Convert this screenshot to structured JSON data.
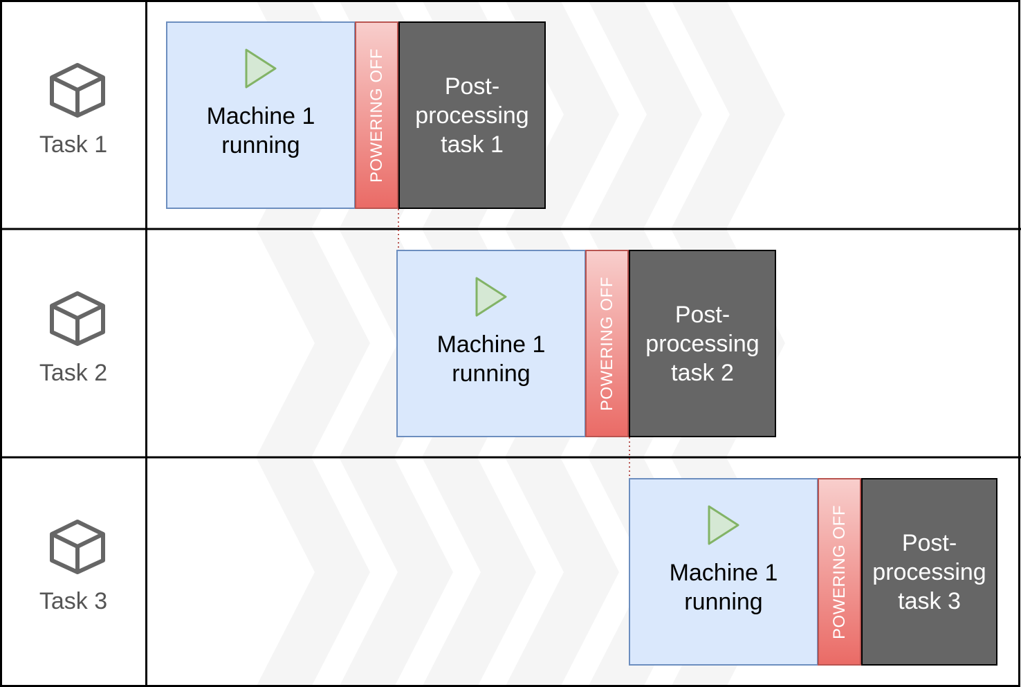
{
  "rows": [
    {
      "task_label": "Task 1",
      "icon": "cube-icon",
      "running": {
        "line1": "Machine 1",
        "line2": "running",
        "icon": "play-icon"
      },
      "powering_off": "POWERING OFF",
      "post": {
        "line1": "Post-",
        "line2": "processing",
        "line3": "task 1"
      }
    },
    {
      "task_label": "Task 2",
      "icon": "cube-icon",
      "running": {
        "line1": "Machine 1",
        "line2": "running",
        "icon": "play-icon"
      },
      "powering_off": "POWERING OFF",
      "post": {
        "line1": "Post-",
        "line2": "processing",
        "line3": "task 2"
      }
    },
    {
      "task_label": "Task 3",
      "icon": "cube-icon",
      "running": {
        "line1": "Machine 1",
        "line2": "running",
        "icon": "play-icon"
      },
      "powering_off": "POWERING OFF",
      "post": {
        "line1": "Post-",
        "line2": "processing",
        "line3": "task 3"
      }
    }
  ],
  "colors": {
    "running_fill": "#dae8fc",
    "running_border": "#6c8ebf",
    "play_fill": "#d5e8d4",
    "play_border": "#82b366",
    "off_top": "#f8cecc",
    "off_bottom": "#ea6b66",
    "off_border": "#b85450",
    "post_fill": "#666666",
    "connector": "#b85450",
    "chevron": "#f5f5f5"
  }
}
